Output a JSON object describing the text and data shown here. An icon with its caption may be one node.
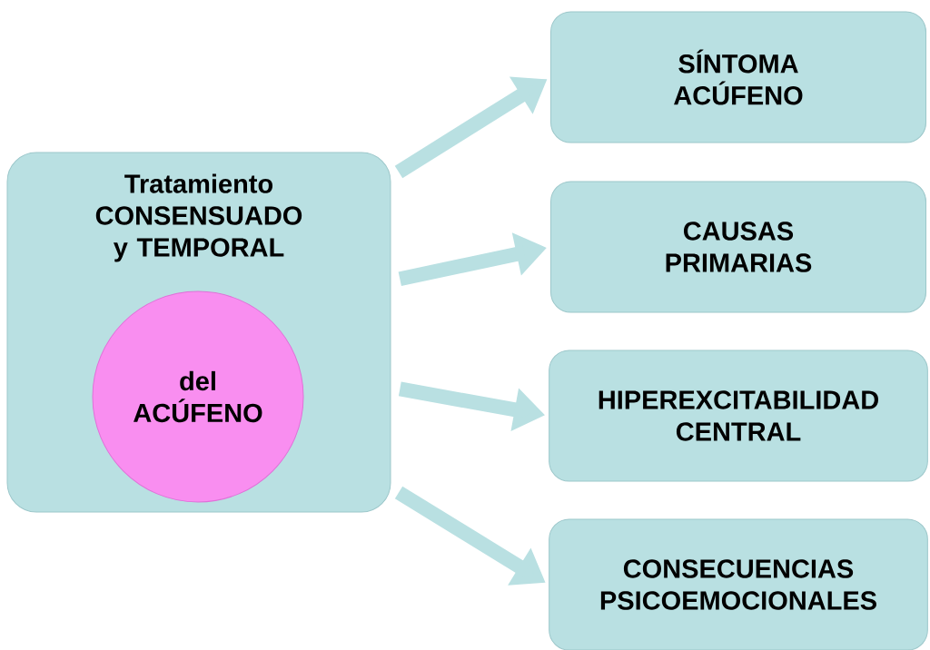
{
  "diagram": {
    "nodes": [
      {
        "text": [
          "Tratamiento CONSENSUADO y TEMPORAL"
        ]
      },
      {
        "text": [
          "del ACÚFENO"
        ],
        "in": 0
      },
      {
        "text": [
          "SÍNTOMA ACÚFENO"
        ]
      },
      {
        "text": [
          "CAUSAS PRIMARIAS"
        ]
      },
      {
        "text": [
          "HIPEREXCITABILIDAD CENTRAL"
        ]
      },
      {
        "text": [
          "CONSECUENCIAS PSICOEMOCIONALES"
        ]
      }
    ],
    "edges": [
      {
        "from": 0,
        "to": 2,
        "arrow": "to"
      },
      {
        "from": 0,
        "to": 3,
        "arrow": "to"
      },
      {
        "from": 0,
        "to": 4,
        "arrow": "to"
      },
      {
        "from": 0,
        "to": 5,
        "arrow": "to"
      }
    ]
  }
}
